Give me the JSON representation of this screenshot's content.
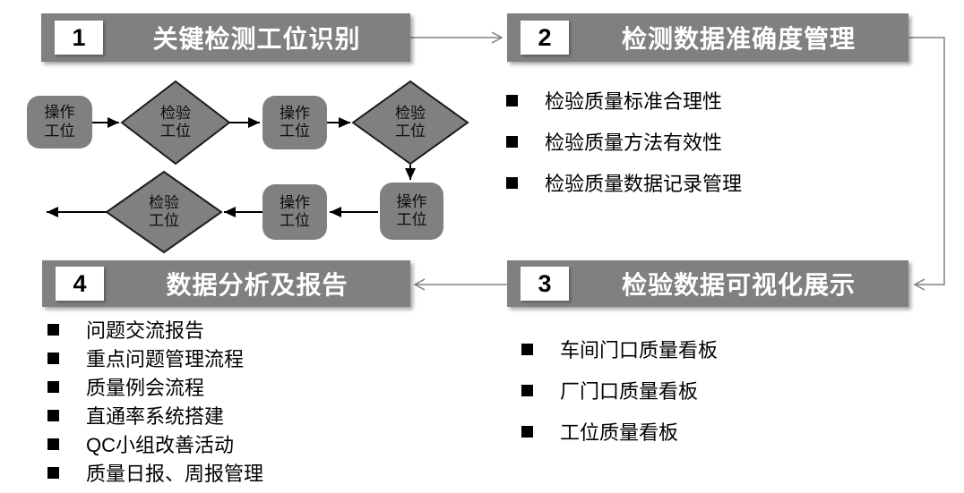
{
  "colors": {
    "header_bg": "#808080",
    "header_text": "#ffffff",
    "number_bg": "#ffffff",
    "number_text": "#000000",
    "shape_fill": "#808080",
    "shape_border": "#1c1c1c",
    "flow_arrow": "#000000",
    "step_connector": "#808080",
    "bullet_text": "#000000"
  },
  "steps": [
    {
      "num": "1",
      "title": "关键检测工位识别",
      "bullets": []
    },
    {
      "num": "2",
      "title": "检测数据准确度管理",
      "bullets": [
        "检验质量标准合理性",
        "检验质量方法有效性",
        "检验质量数据记录管理"
      ]
    },
    {
      "num": "3",
      "title": "检验数据可视化展示",
      "bullets": [
        "车间门口质量看板",
        "厂门口质量看板",
        "工位质量看板"
      ]
    },
    {
      "num": "4",
      "title": "数据分析及报告",
      "bullets": [
        "问题交流报告",
        "重点问题管理流程",
        "质量例会流程",
        "直通率系统搭建",
        "QC小组改善活动",
        "质量日报、周报管理"
      ]
    }
  ],
  "flowchart": {
    "nodes": [
      {
        "id": "op1",
        "type": "operation",
        "label": "操作\n工位"
      },
      {
        "id": "insp1",
        "type": "inspection",
        "label": "检验\n工位"
      },
      {
        "id": "op2",
        "type": "operation",
        "label": "操作\n工位"
      },
      {
        "id": "insp2",
        "type": "inspection",
        "label": "检验\n工位"
      },
      {
        "id": "op3",
        "type": "operation",
        "label": "操作\n工位"
      },
      {
        "id": "op4",
        "type": "operation",
        "label": "操作\n工位"
      },
      {
        "id": "insp3",
        "type": "inspection",
        "label": "检验\n工位"
      }
    ]
  }
}
